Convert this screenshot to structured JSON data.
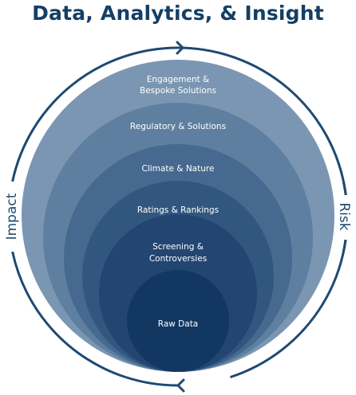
{
  "title": "Data, Analytics, & Insight",
  "left_label": "Impact",
  "right_label": "Risk",
  "colors": {
    "title": "#143f66",
    "ring": "#1e4a72",
    "layers": [
      "#7a96b2",
      "#5f7fa0",
      "#46698f",
      "#32577f",
      "#224671",
      "#123862"
    ]
  },
  "layers": [
    {
      "lines": [
        "Engagement &",
        "Bespoke Solutions"
      ]
    },
    {
      "lines": [
        "Regulatory & Solutions"
      ]
    },
    {
      "lines": [
        "Climate & Nature"
      ]
    },
    {
      "lines": [
        "Ratings & Rankings"
      ]
    },
    {
      "lines": [
        "Screening &",
        "Controversies"
      ]
    },
    {
      "lines": [
        "Raw Data"
      ]
    }
  ]
}
